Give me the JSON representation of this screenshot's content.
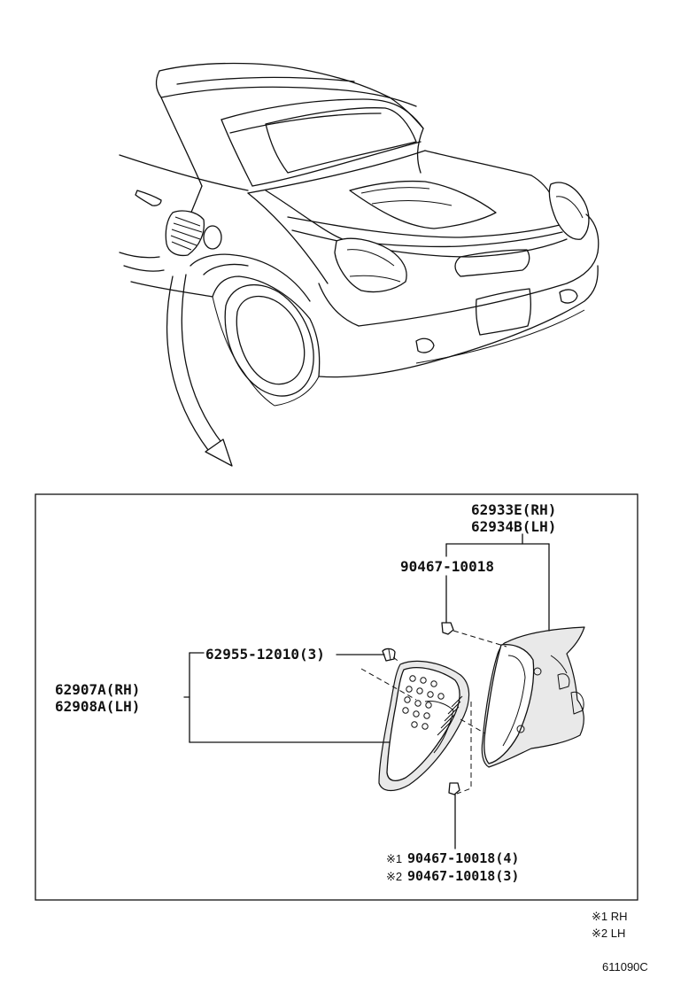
{
  "parts": {
    "grille_upper": {
      "part1": "62933E(RH)",
      "part2": "62934B(LH)"
    },
    "clip_top": "90467-10018",
    "screw": "62955-12010(3)",
    "grille_main": {
      "part1": "62907A(RH)",
      "part2": "62908A(LH)"
    },
    "clip_bottom": {
      "rh_mark": "※1",
      "rh_part": "90467-10018(4)",
      "lh_mark": "※2",
      "lh_part": "90467-10018(3)"
    }
  },
  "legend": {
    "rh": "※1 RH",
    "lh": "※2 LH"
  },
  "diagram_code": "611090C"
}
